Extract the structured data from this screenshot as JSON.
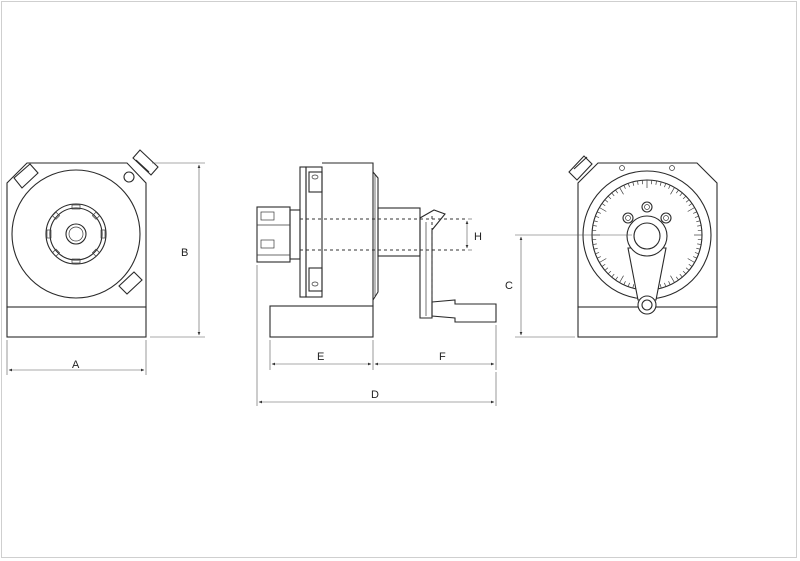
{
  "dimension_labels": {
    "A": "A",
    "B": "B",
    "C": "C",
    "D": "D",
    "E": "E",
    "F": "F",
    "H": "H"
  },
  "colors": {
    "line": "#2a2a2a",
    "background": "#ffffff",
    "frame": "#cfcfcf"
  }
}
